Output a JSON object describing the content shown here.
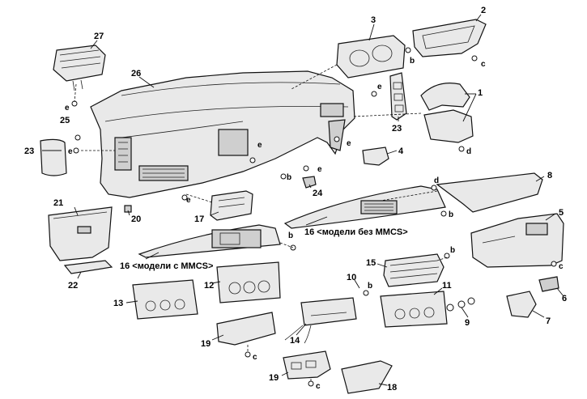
{
  "part_labels": [
    "1",
    "2",
    "3",
    "4",
    "5",
    "6",
    "7",
    "8",
    "9",
    "10",
    "11",
    "12",
    "13",
    "14",
    "15",
    "16",
    "16",
    "17",
    "18",
    "19",
    "19",
    "20",
    "21",
    "22",
    "23",
    "23",
    "24",
    "25",
    "26",
    "27"
  ],
  "fastener_labels": [
    "b",
    "c",
    "d",
    "e"
  ],
  "captions": {
    "without_mmcs": "16 <модели без MMCS>",
    "with_mmcs": "16 <модели с MMCS>"
  }
}
